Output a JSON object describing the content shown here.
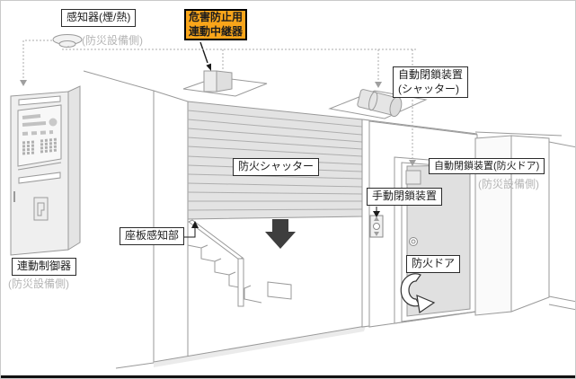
{
  "colors": {
    "accent_orange": "#F9A51A",
    "outline_gray": "#9a9a9a",
    "shutter_fill": "#e3e3e3",
    "door_fill": "#e0e0e0",
    "note_gray": "#b5b5b5",
    "arrow_dark": "#3e3e3e",
    "bottom_bar": "#111111"
  },
  "diagram": {
    "detector": {
      "label": "感知器(煙/熱)",
      "note": "(防災設備側)"
    },
    "relay": {
      "label": "危害防止用\n連動中継器"
    },
    "shutter_closer": {
      "label": "自動閉鎖装置\n(シャッター)"
    },
    "door_closer": {
      "label": "自動閉鎖装置(防火ドア)",
      "note": "(防災設備側)"
    },
    "manual_closer": {
      "label": "手動閉鎖装置"
    },
    "fire_shutter": {
      "label": "防火シャッター"
    },
    "seat_sensor": {
      "label": "座板感知部"
    },
    "controller": {
      "label": "連動制御器",
      "note": "(防災設備側)"
    },
    "fire_door": {
      "label": "防火ドア"
    }
  }
}
